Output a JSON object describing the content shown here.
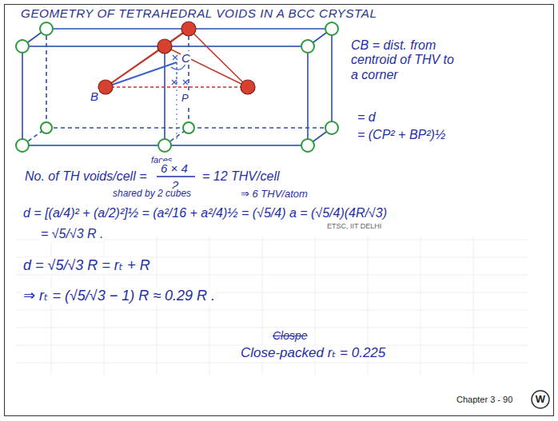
{
  "diagram": {
    "title": "GEOMETRY OF TETRAHEDRAL VOIDS IN A BCC CRYSTAL",
    "labels": [
      "C",
      "B",
      "P",
      "CB = dist. from centroid of THV to a corner",
      "= d",
      "= (CP² + BP²)½",
      "faces",
      "No. of TH voids/cell =",
      "6 × 4",
      "2",
      "= 12 THV/cell",
      "shared by 2 cubes",
      "⇒ 6 THV/atom",
      "d = [(a/4)² + (a/2)²]½ = (a²/16 + a²/4)½ = (√5/4) a = (√5/4)(4R/√3)",
      "= √5/√3 R .",
      "ETSC, IIT DELHI",
      "d = √5/√3 R = rₜ + R",
      "⇒ rₜ = (√5/√3 − 1) R ≈ 0.29 R .",
      "Clospe",
      "Close-packed rₜ = 0.225",
      "Chapter 3 - 90",
      "W"
    ]
  }
}
